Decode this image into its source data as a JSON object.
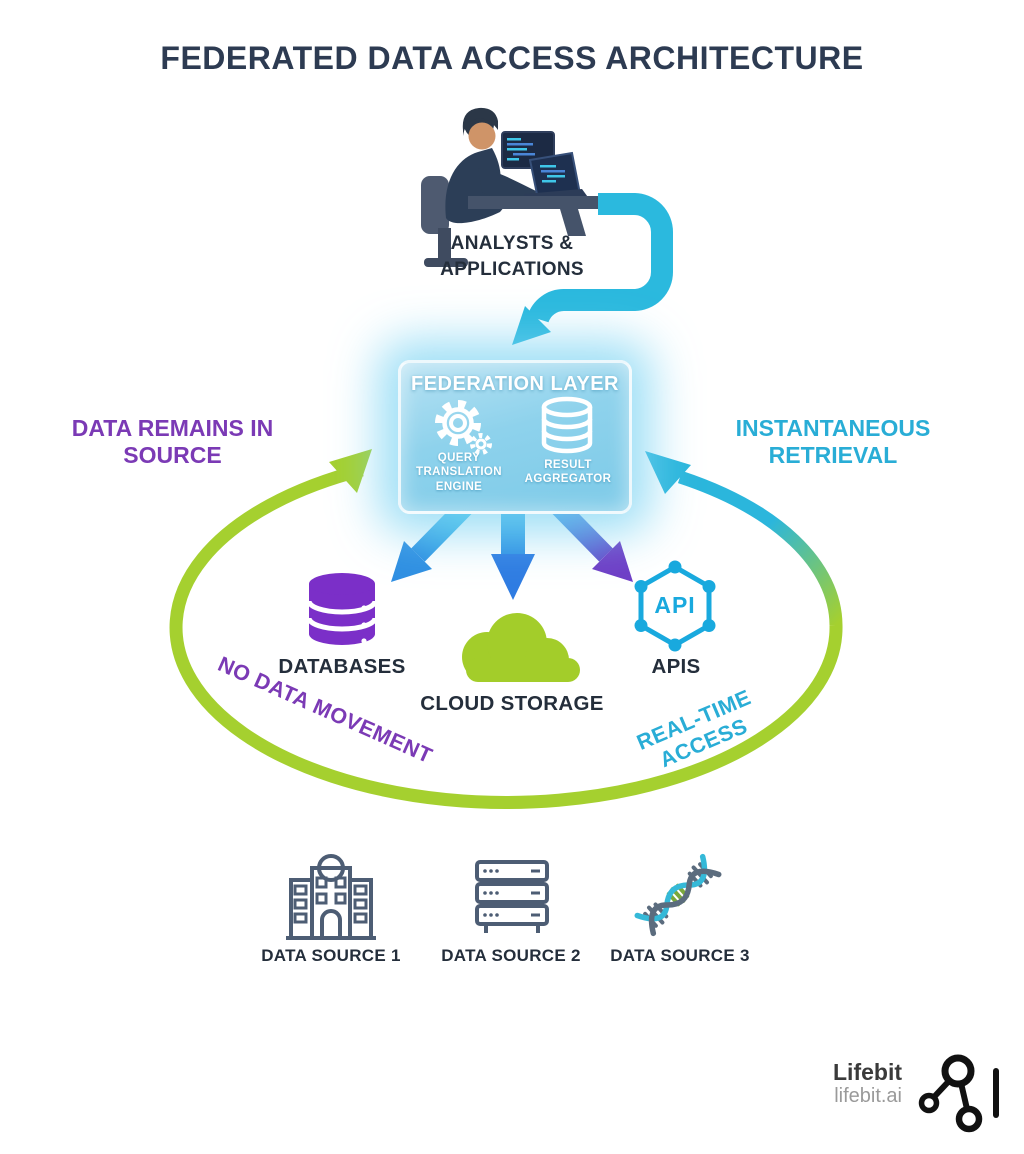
{
  "title": "FEDERATED DATA ACCESS ARCHITECTURE",
  "analysts": {
    "label": "ANALYSTS & APPLICATIONS"
  },
  "federation": {
    "title": "FEDERATION LAYER",
    "engine_label": "QUERY TRANSLATION ENGINE",
    "aggregator_label": "RESULT AGGREGATOR"
  },
  "callouts": {
    "left": "DATA REMAINS IN SOURCE",
    "right": "INSTANTANEOUS RETRIEVAL",
    "arc_left": "NO DATA MOVEMENT",
    "arc_right": "REAL-TIME ACCESS"
  },
  "targets": {
    "databases_label": "DATABASES",
    "cloud_label": "CLOUD STORAGE",
    "apis_label": "APIS",
    "api_badge": "API"
  },
  "sources": [
    {
      "label": "DATA SOURCE 1",
      "icon": "hospital-building-icon"
    },
    {
      "label": "DATA SOURCE 2",
      "icon": "server-rack-icon"
    },
    {
      "label": "DATA SOURCE 3",
      "icon": "dna-helix-icon"
    }
  ],
  "branding": {
    "name": "Lifebit",
    "domain": "lifebit.ai"
  },
  "colors": {
    "title_navy": "#2d3b52",
    "label_dark": "#242e3b",
    "purple_accent": "#7b3ab5",
    "cyan_accent": "#29add6",
    "green_accent": "#a5d02f",
    "database_purple": "#7b2fc8",
    "cloud_green": "#a3cd2a",
    "api_cyan": "#19a9de",
    "outline_slate": "#4d5d74"
  }
}
